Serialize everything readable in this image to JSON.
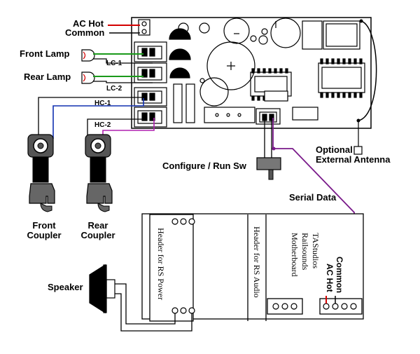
{
  "labels": {
    "ac_hot": "AC Hot",
    "common": "Common",
    "front_lamp": "Front Lamp",
    "rear_lamp": "Rear Lamp",
    "lc1": "LC-1",
    "lc2": "LC-2",
    "hc1": "HC-1",
    "hc2": "HC-2",
    "configure_sw": "Configure / Run Sw",
    "optional_line1": "Optional",
    "optional_line2": "External Antenna",
    "serial_data": "Serial Data",
    "front_coupler_line1": "Front",
    "front_coupler_line2": "Coupler",
    "rear_coupler_line1": "Rear",
    "rear_coupler_line2": "Coupler",
    "speaker": "Speaker",
    "header_rs_power": "Header for RS Power",
    "header_rs_audio": "Header for RS Audio",
    "ta_studios": "TAStudios",
    "railsounds": "Railsounds",
    "motherboard": "Motherboard",
    "common_vertical": "Common",
    "ac_hot_vertical": "AC Hot"
  },
  "colors": {
    "ac_hot_wire": "#d40000",
    "lamp_wire": "#1a9a1a",
    "hc1_wire": "#1030b0",
    "hc2_wire": "#b020b0",
    "serial_wire": "#7a1a8a",
    "line": "#000000"
  }
}
